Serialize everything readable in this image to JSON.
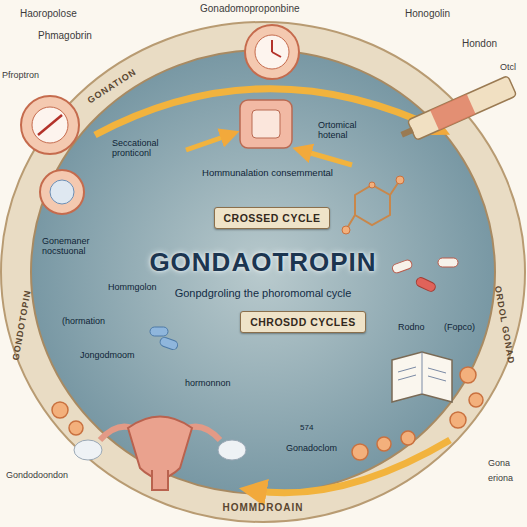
{
  "diagram": {
    "title": "GONDAOTROPIN",
    "nodes": [
      {
        "text": [
          "CROSSED CYCLE"
        ]
      },
      {
        "text": [
          "CHROSDD CYCLES"
        ]
      }
    ],
    "labels": [
      "Haoropolose",
      "Gonadomoproponbine",
      "Honogolin",
      "Phmagobrin",
      "GONATION",
      "Pfroptron",
      "Hondon",
      "Seccational pronticonl",
      "Ortomical hotenal",
      "Otcl",
      "Hommunalation consemmental",
      "Gonemaner nocstuonal",
      "Hommgolon",
      "(hormation",
      "Jongodmoom",
      "hormonnon",
      "Rodno",
      "(Fopco)",
      "574",
      "Gonadoclom",
      "Gondodoondon",
      "Gona",
      "eriona",
      "HOMMDROAIN",
      "GONDOTOPIN",
      "ORDOL GONAD",
      "Gonpdgroling the phoromomal cycle"
    ]
  }
}
